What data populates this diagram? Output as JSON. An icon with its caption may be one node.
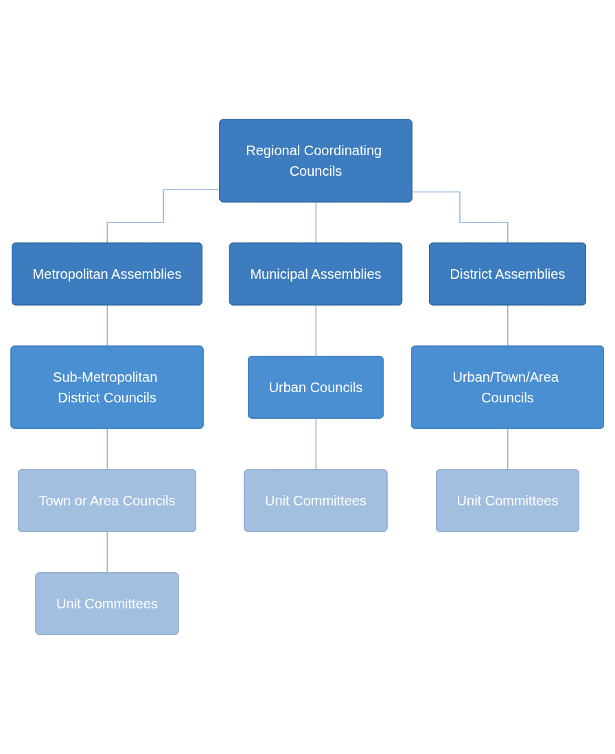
{
  "diagram": {
    "nodes": [
      {
        "text": [
          "Regional Coordinating Councils"
        ]
      },
      {
        "text": [
          "Metropolitan Assemblies"
        ]
      },
      {
        "text": [
          "Municipal Assemblies"
        ]
      },
      {
        "text": [
          "District Assemblies"
        ]
      },
      {
        "text": [
          "Sub-Metropolitan District Councils"
        ]
      },
      {
        "text": [
          "Urban Councils"
        ]
      },
      {
        "text": [
          "Urban/Town/Area Councils"
        ]
      },
      {
        "text": [
          "Town or Area Councils"
        ]
      },
      {
        "text": [
          "Unit Committees"
        ]
      },
      {
        "text": [
          "Unit Committees"
        ]
      },
      {
        "text": [
          "Unit Committees"
        ]
      }
    ],
    "edges": [
      {
        "from": 0,
        "to": 1,
        "arrow": "none"
      },
      {
        "from": 0,
        "to": 2,
        "arrow": "none"
      },
      {
        "from": 0,
        "to": 3,
        "arrow": "none"
      },
      {
        "from": 1,
        "to": 4,
        "arrow": "none"
      },
      {
        "from": 2,
        "to": 5,
        "arrow": "none"
      },
      {
        "from": 3,
        "to": 6,
        "arrow": "none"
      },
      {
        "from": 4,
        "to": 7,
        "arrow": "none"
      },
      {
        "from": 5,
        "to": 8,
        "arrow": "none"
      },
      {
        "from": 6,
        "to": 9,
        "arrow": "none"
      },
      {
        "from": 7,
        "to": 10,
        "arrow": "none"
      }
    ]
  }
}
